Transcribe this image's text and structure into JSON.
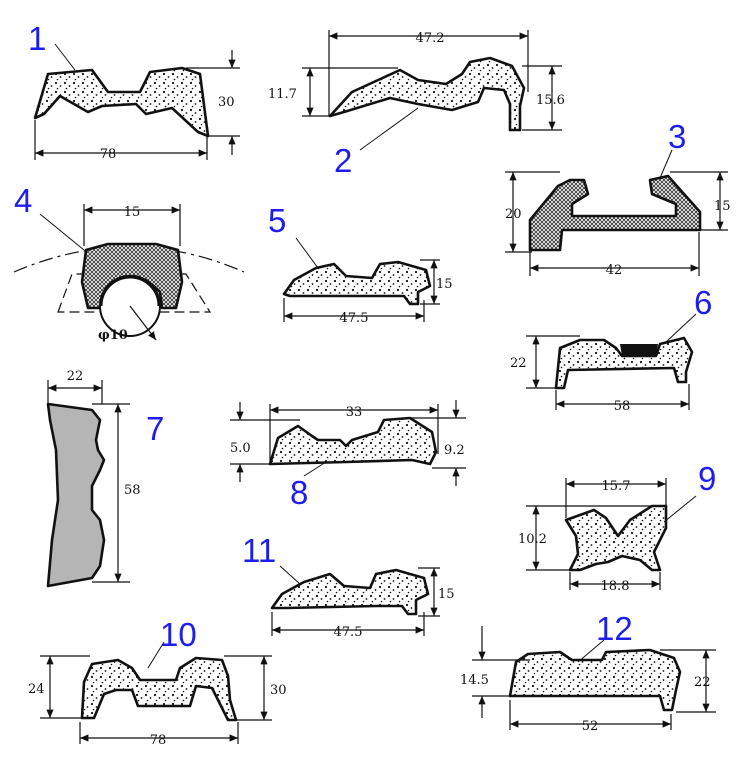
{
  "profiles": [
    {
      "id": "1",
      "dims": [
        "78",
        "30"
      ]
    },
    {
      "id": "2",
      "dims": [
        "47.2",
        "11.7",
        "15.6"
      ]
    },
    {
      "id": "3",
      "dims": [
        "20",
        "15",
        "42"
      ]
    },
    {
      "id": "4",
      "dims": [
        "15",
        "φ10"
      ]
    },
    {
      "id": "5",
      "dims": [
        "15",
        "47.5"
      ]
    },
    {
      "id": "6",
      "dims": [
        "22",
        "58"
      ]
    },
    {
      "id": "7",
      "dims": [
        "22",
        "58"
      ]
    },
    {
      "id": "8",
      "dims": [
        "33",
        "5.0",
        "9.2"
      ]
    },
    {
      "id": "9",
      "dims": [
        "15.7",
        "10.2",
        "18.8"
      ]
    },
    {
      "id": "10",
      "dims": [
        "24",
        "30",
        "78"
      ]
    },
    {
      "id": "11",
      "dims": [
        "15",
        "47.5"
      ]
    },
    {
      "id": "12",
      "dims": [
        "14.5",
        "22",
        "52"
      ]
    }
  ],
  "colors": {
    "label": "#1d1df0",
    "line": "#111111",
    "foam_fill": "#ffffff",
    "solid_fill": "#b5b5b5",
    "hatch": "#555555"
  }
}
